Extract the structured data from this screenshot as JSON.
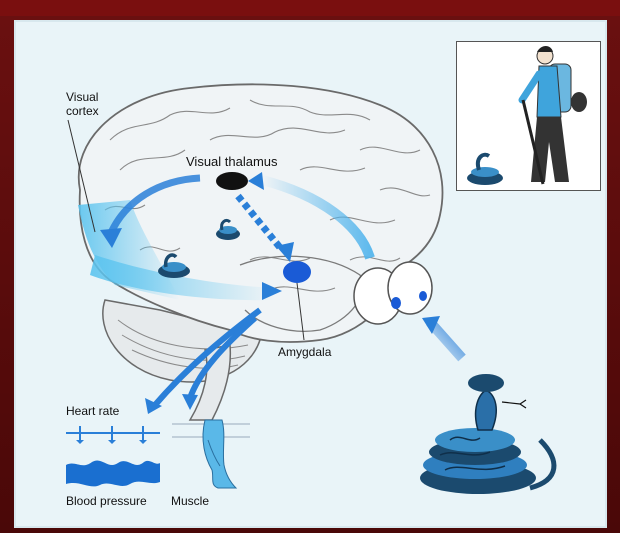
{
  "labels": {
    "visual_cortex": [
      "Visual",
      "cortex"
    ],
    "visual_thalamus": "Visual thalamus",
    "amygdala": "Amygdala",
    "heart_rate": "Heart rate",
    "blood_pressure": "Blood pressure",
    "muscle": "Muscle"
  },
  "colors": {
    "pathway_blue": "#2a7fd8",
    "amygdala_blue": "#1a5bd6",
    "brain_fill": "#f0f4f6",
    "brain_line": "#6a6a6a",
    "background_border": "#5a0c0c",
    "panel_bg": "#e9f4f8"
  },
  "icons": [
    "brain",
    "eyes",
    "snake",
    "hiker-inset",
    "heart-rate-trace",
    "blood-pressure-trace",
    "leg-muscle"
  ]
}
